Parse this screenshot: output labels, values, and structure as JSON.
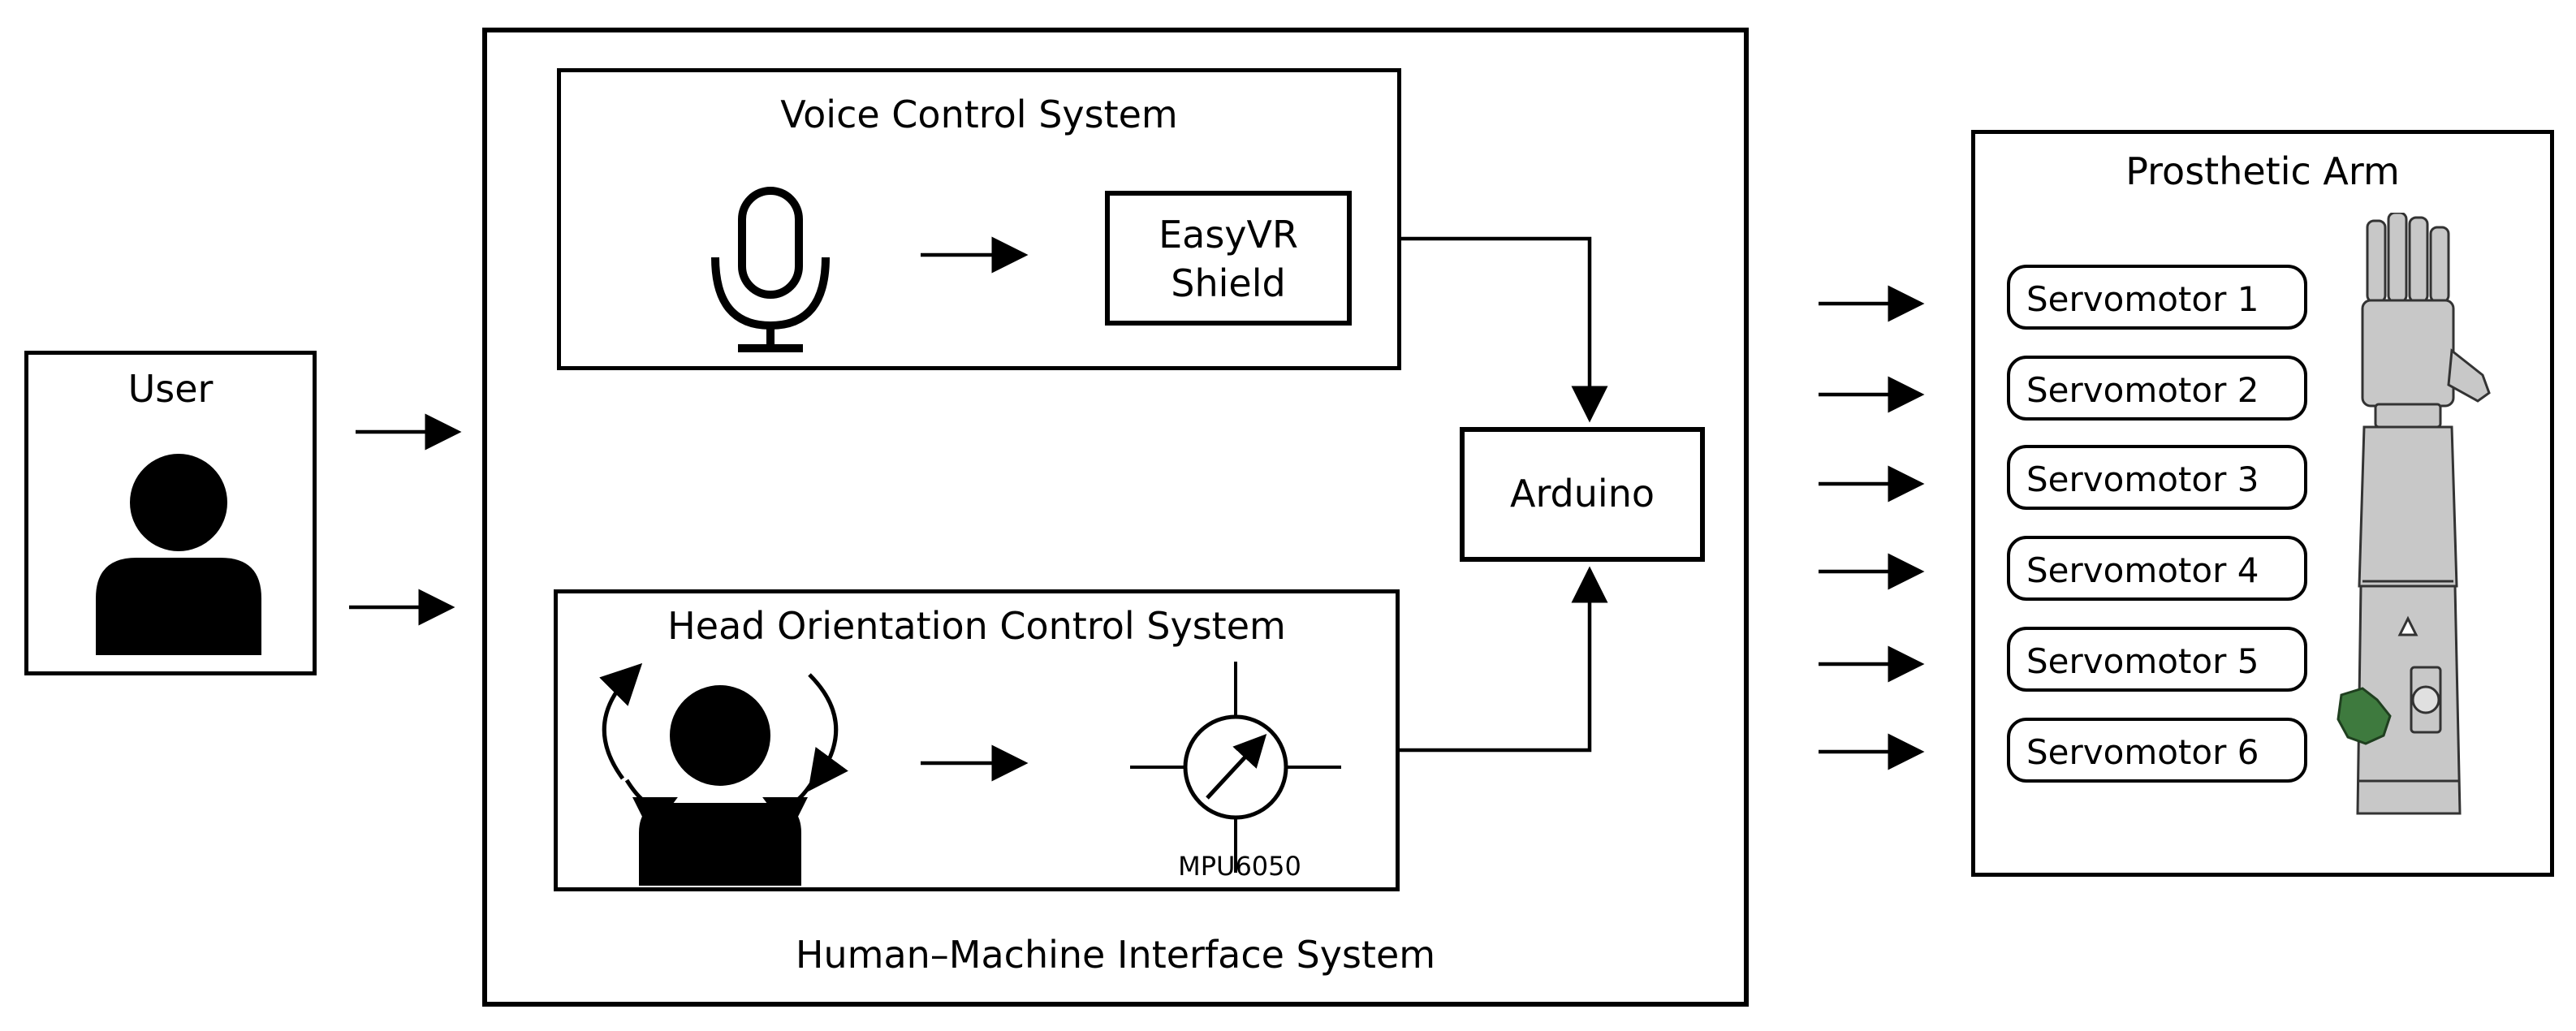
{
  "user": {
    "label": "User",
    "icon": "user-icon"
  },
  "hmi": {
    "label": "Human–Machine Interface System",
    "voice": {
      "label": "Voice Control System",
      "mic_icon": "microphone-icon",
      "shield_line1": "EasyVR",
      "shield_line2": "Shield"
    },
    "head": {
      "label": "Head Orientation Control System",
      "head_icon": "head-rotation-icon",
      "sensor_icon": "gauge-sensor-icon",
      "sensor_label": "MPU6050"
    },
    "arduino": {
      "label": "Arduino"
    }
  },
  "arm": {
    "label": "Prosthetic Arm",
    "image": "prosthetic-arm-image",
    "servos": [
      "Servomotor 1",
      "Servomotor 2",
      "Servomotor 3",
      "Servomotor 4",
      "Servomotor 5",
      "Servomotor 6"
    ]
  },
  "colors": {
    "stroke": "#000000",
    "arm_gray": "#c8c8c8",
    "gear_green": "#3e7a3e"
  }
}
